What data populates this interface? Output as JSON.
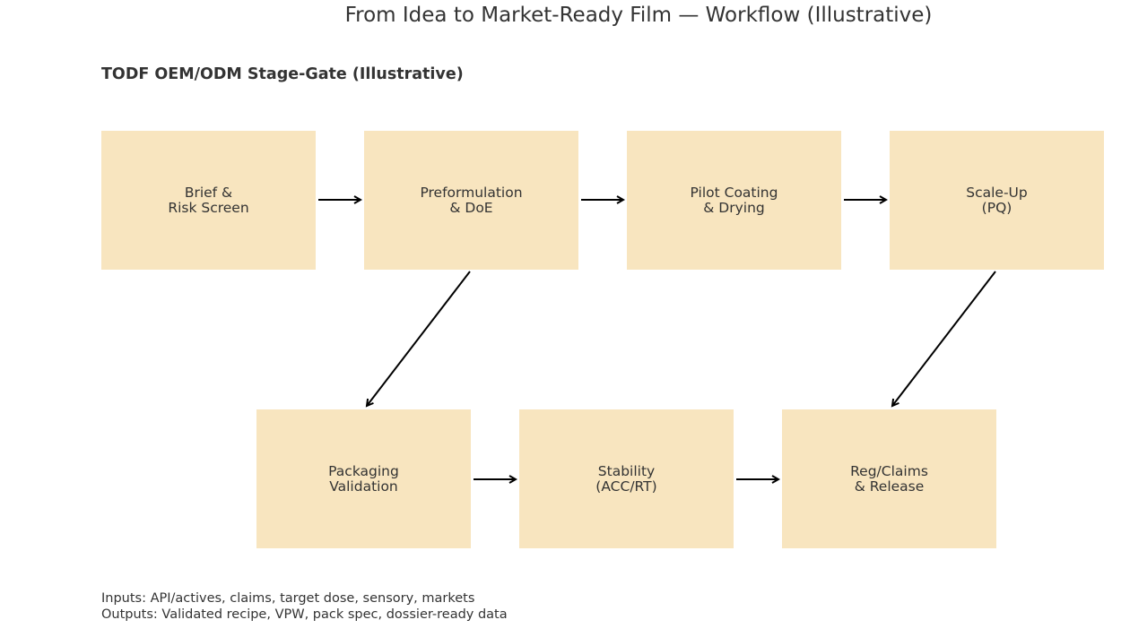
{
  "title": "From Idea to Market-Ready Film — Workflow (Illustrative)",
  "subtitle": "TODF OEM/ODM Stage-Gate (Illustrative)",
  "colors": {
    "box_fill": "#f8e5bf",
    "text": "#333333",
    "arrow": "#000000"
  },
  "stages": [
    {
      "line1": "Brief &",
      "line2": "Risk Screen"
    },
    {
      "line1": "Preformulation",
      "line2": "& DoE"
    },
    {
      "line1": "Pilot Coating",
      "line2": "& Drying"
    },
    {
      "line1": "Scale-Up",
      "line2": "(PQ)"
    },
    {
      "line1": "Packaging",
      "line2": "Validation"
    },
    {
      "line1": "Stability",
      "line2": "(ACC/RT)"
    },
    {
      "line1": "Reg/Claims",
      "line2": "& Release"
    }
  ],
  "notes": {
    "inputs": "Inputs: API/actives, claims, target dose, sensory, markets",
    "outputs": "Outputs: Validated recipe, VPW, pack spec, dossier-ready data"
  }
}
